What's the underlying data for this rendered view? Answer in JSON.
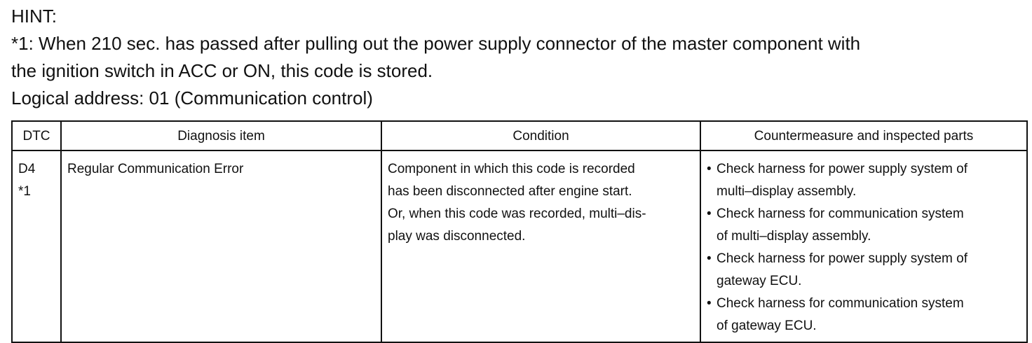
{
  "hint": {
    "heading": "HINT:",
    "note_line1": "*1: When 210 sec. has passed after pulling out the power supply connector of the master component with",
    "note_line2": "the ignition switch in ACC or ON, this code is stored.",
    "logical_address": "Logical address: 01 (Communication control)"
  },
  "table": {
    "headers": [
      "DTC",
      "Diagnosis item",
      "Condition",
      "Countermeasure and inspected parts"
    ],
    "row": {
      "dtc": "D4",
      "dtc_note": "*1",
      "diagnosis_item": "Regular Communication Error",
      "condition_lines": [
        "Component in which this code is recorded",
        "has been disconnected after engine start.",
        "Or, when this code was recorded, multi–dis-",
        "play was disconnected."
      ],
      "countermeasures": [
        {
          "line1": "Check harness for power supply system of",
          "line2": "multi–display assembly."
        },
        {
          "line1": "Check harness for communication system",
          "line2": "of multi–display assembly."
        },
        {
          "line1": "Check harness for power supply system of",
          "line2": "gateway ECU."
        },
        {
          "line1": "Check harness for communication system",
          "line2": "of gateway ECU."
        }
      ],
      "bullet_glyph": "•"
    }
  }
}
